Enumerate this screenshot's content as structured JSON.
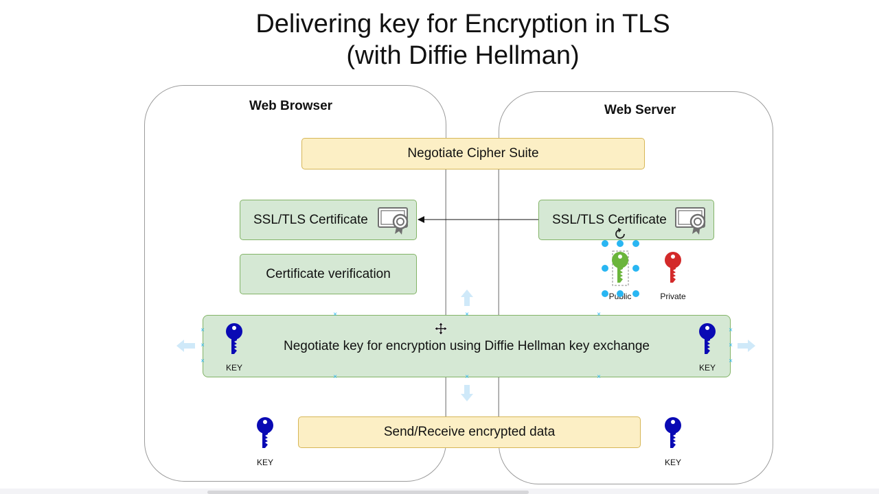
{
  "title": {
    "line1": "Delivering key for Encryption in TLS",
    "line2": "(with Diffie Hellman)"
  },
  "lanes": {
    "browser": "Web Browser",
    "server": "Web Server"
  },
  "steps": {
    "negotiate_cipher": "Negotiate Cipher Suite",
    "browser_cert": "SSL/TLS Certificate",
    "server_cert": "SSL/TLS Certificate",
    "cert_verification": "Certificate verification",
    "dh_exchange": "Negotiate key for encryption using Diffie Hellman key exchange",
    "send_receive": "Send/Receive encrypted data"
  },
  "keys": {
    "public": "Public",
    "private": "Private",
    "dh_left": "KEY",
    "dh_right": "KEY",
    "data_left": "KEY",
    "data_right": "KEY"
  },
  "colors": {
    "yellow_fill": "#fcefc5",
    "yellow_stroke": "#d6b656",
    "green_fill": "#d5e8d4",
    "green_stroke": "#82b366",
    "public_key": "#6bb53c",
    "private_key": "#d32a2a",
    "session_key": "#0a0ab4",
    "selection": "#29b6f2"
  }
}
